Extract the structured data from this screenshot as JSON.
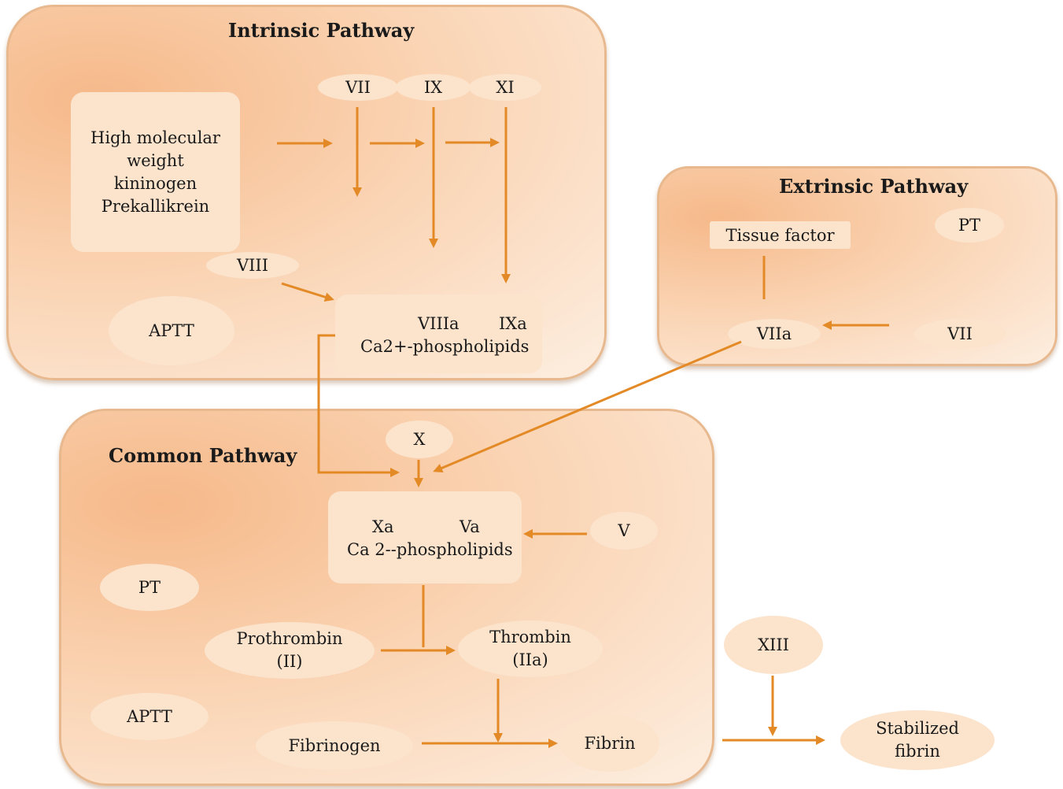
{
  "intrinsic": {
    "title": "Intrinsic Pathway",
    "hmwk_lines": [
      "High molecular",
      "weight",
      "kininogen",
      "Prekallikrein"
    ],
    "vii": "VII",
    "ix": "IX",
    "xi": "XI",
    "viii": "VIII",
    "aptt": "APTT",
    "complex_a": "VIIIa",
    "complex_b": "IXa",
    "complex_c": "Ca2+-phospholipids"
  },
  "extrinsic": {
    "title": "Extrinsic Pathway",
    "tissue_factor": "Tissue factor",
    "pt": "PT",
    "viia": "VIIa",
    "vii": "VII"
  },
  "common": {
    "title": "Common Pathway",
    "x": "X",
    "complex_a": "Xa",
    "complex_b": "Va",
    "complex_c": "Ca 2--phospholipids",
    "v": "V",
    "pt": "PT",
    "prothrombin": [
      "Prothrombin",
      "(II)"
    ],
    "thrombin": [
      "Thrombin",
      "(IIa)"
    ],
    "aptt": "APTT",
    "fibrinogen": "Fibrinogen",
    "fibrin": "Fibrin"
  },
  "outside": {
    "xiii": "XIII",
    "stabilized": [
      "Stabilized",
      "fibrin"
    ]
  },
  "colors": {
    "arrow": "#e38a26",
    "node_fill": "#fbe3cc"
  }
}
